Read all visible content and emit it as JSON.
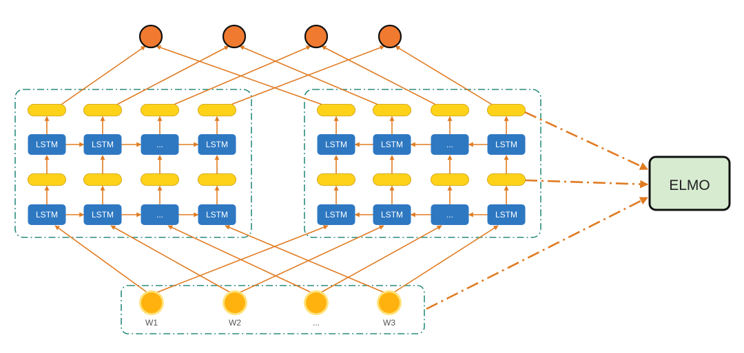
{
  "colors": {
    "wire": "#E07B22",
    "lstm_fill": "#2E78C2",
    "state_fill": "#FFD21A",
    "state_stroke": "#C99A00",
    "output_fill": "#F07A30",
    "word_fill": "#FFB20E",
    "word_ring": "#FFE27A",
    "group_border": "#2A8C7E",
    "elmo_fill": "#D6EBCF",
    "elmo_stroke": "#111111"
  },
  "forward_lm": {
    "upper_cells": [
      "LSTM",
      "LSTM",
      "...",
      "LSTM"
    ],
    "lower_cells": [
      "LSTM",
      "LSTM",
      "...",
      "LSTM"
    ]
  },
  "backward_lm": {
    "upper_cells": [
      "LSTM",
      "LSTM",
      "...",
      "LSTM"
    ],
    "lower_cells": [
      "LSTM",
      "LSTM",
      "...",
      "LSTM"
    ]
  },
  "words": [
    "W1",
    "W2",
    "...",
    "W3"
  ],
  "output_count": 4,
  "elmo": {
    "label": "ELMO"
  }
}
